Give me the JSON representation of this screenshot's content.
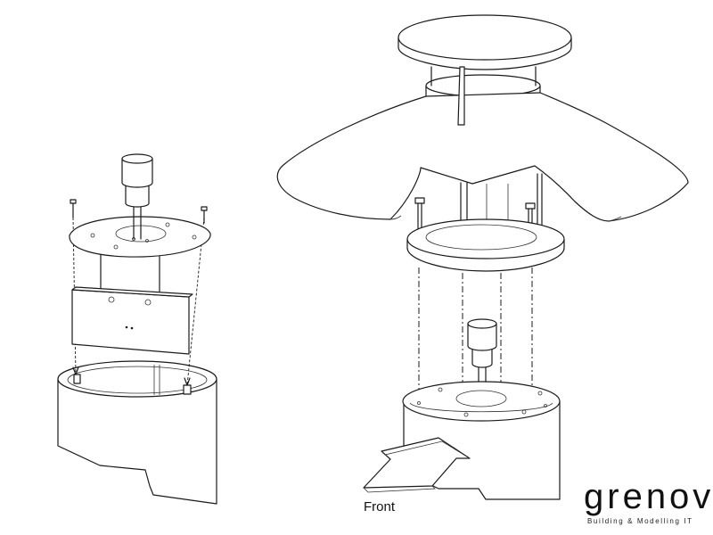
{
  "labels": {
    "front": "Front"
  },
  "brand": {
    "name": "grenov",
    "tagline": "Building & Modelling IT"
  },
  "colors": {
    "line": "#1a1a1a",
    "background": "#ffffff",
    "shade": "#e6e6e6"
  }
}
